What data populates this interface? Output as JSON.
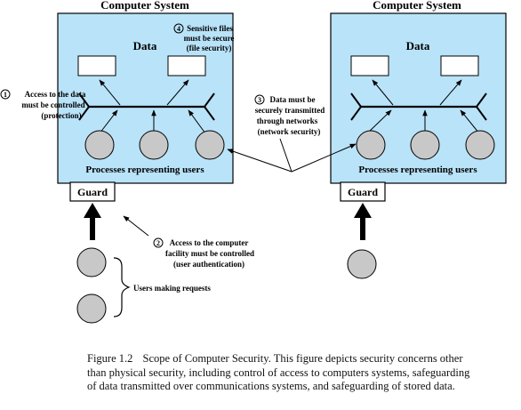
{
  "system_left": {
    "title": "Computer System",
    "data_label": "Data",
    "processes_label": "Processes representing users",
    "guard_label": "Guard"
  },
  "system_right": {
    "title": "Computer System",
    "data_label": "Data",
    "processes_label": "Processes representing users",
    "guard_label": "Guard"
  },
  "annotations": {
    "n1": {
      "number": "1",
      "lines": [
        "Access to the data",
        "must be controlled",
        "(protection)"
      ]
    },
    "n2": {
      "number": "2",
      "lines": [
        "Access to the computer",
        "facility must be controlled",
        "(user authentication)"
      ]
    },
    "n3": {
      "number": "3",
      "lines": [
        "Data must be",
        "securely transmitted",
        "through networks",
        "(network security)"
      ]
    },
    "n4": {
      "number": "4",
      "lines": [
        "Sensitive files",
        "must be secure",
        "(file security)"
      ]
    }
  },
  "users_label": "Users making requests",
  "caption": {
    "fig": "Figure 1.2",
    "text": "Scope of Computer Security. This figure depicts security concerns other than physical security, including control of access to computers systems, safeguarding of data transmitted over communications systems, and safeguarding of stored data."
  },
  "colors": {
    "system_fill": "#b9e3f9",
    "line": "#000000"
  }
}
